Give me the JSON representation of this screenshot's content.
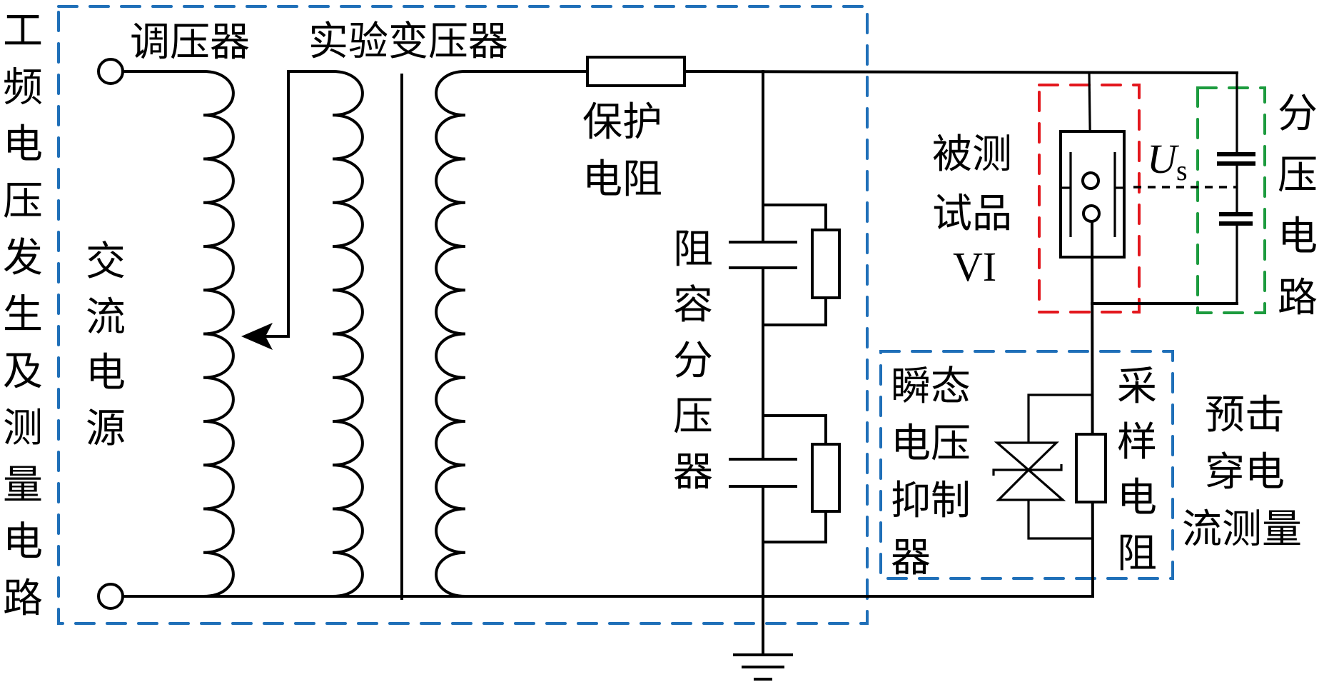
{
  "figure": {
    "title": "工频电压发生及测量电路 / 预击穿电流测量 circuit diagram"
  },
  "labels": {
    "power_frequency_circuit": [
      "工",
      "频",
      "电",
      "压",
      "发",
      "生",
      "及",
      "测",
      "量",
      "电",
      "路"
    ],
    "ac_source": [
      "交",
      "流",
      "电",
      "源"
    ],
    "regulator": "调压器",
    "test_transformer": "实验变压器",
    "protective_resistor": [
      "保护",
      "电阻"
    ],
    "rc_divider": [
      "阻",
      "容",
      "分",
      "压",
      "器"
    ],
    "device_under_test": [
      "被测",
      "试品",
      "VI"
    ],
    "voltage_symbol": "U",
    "voltage_subscript": "s",
    "divider_circuit": [
      "分",
      "压",
      "电",
      "路"
    ],
    "tvs_suppressor": [
      "瞬态",
      "电压",
      "抑制",
      "器"
    ],
    "sampling_resistor": [
      "采",
      "样",
      "电",
      "阻"
    ],
    "prebreakdown_current": [
      "预击",
      "穿电",
      "流测量"
    ]
  },
  "regions": {
    "generation_measurement": {
      "color": "#1f6fb8"
    },
    "device_under_test": {
      "color": "#e3171d"
    },
    "divider_circuit": {
      "color": "#1c9b3e"
    },
    "current_measurement": {
      "color": "#1f6fb8"
    }
  },
  "components": {
    "regulator_coil_turns": 12,
    "transformer_primary_turns": 12,
    "transformer_secondary_turns": 12
  }
}
